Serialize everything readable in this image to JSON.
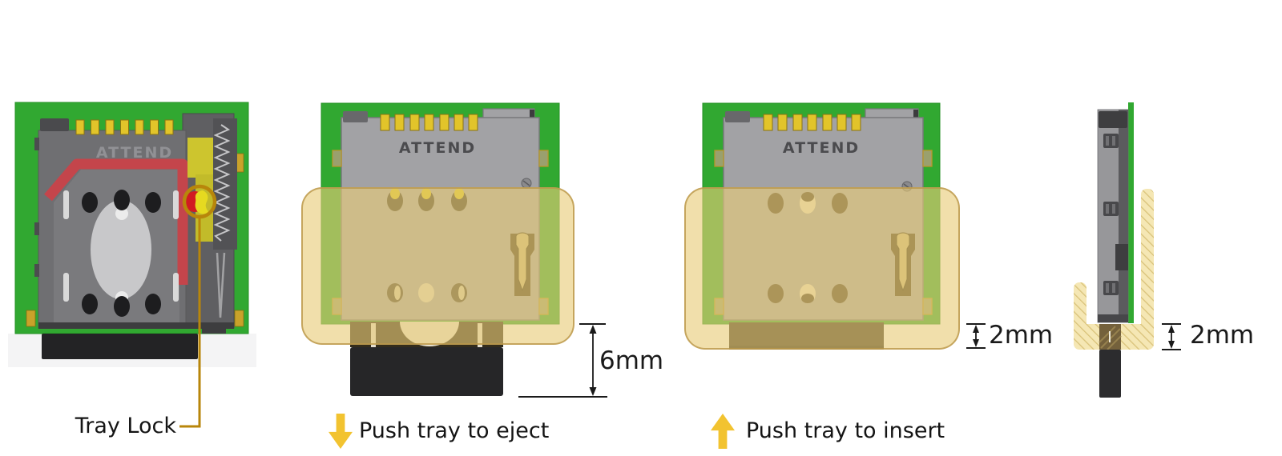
{
  "brand": "ATTEND",
  "colors": {
    "pcb_green": "#31A831",
    "cover_gray": "#A2A2A5",
    "housing_gray": "#6F6F72",
    "overlay_tan": "#E9CC78",
    "arrow_gold": "#F2C330",
    "callout_gold": "#B8860B",
    "gasket_red": "#C4454B",
    "lock_red": "#D11B22",
    "lock_yellow": "#E6DA20",
    "gold_pin": "#E2C42A",
    "tray_black": "#262628",
    "housing_hatch_tan": "#F5E7B4",
    "text_dark": "#1A1A1A"
  },
  "views": {
    "open": {
      "watermark": "ATTEND",
      "callout_label": "Tray Lock"
    },
    "eject": {
      "brand": "ATTEND",
      "dimension_label": "6mm",
      "caption": "Push tray to eject"
    },
    "insert": {
      "brand": "ATTEND",
      "dimension_label": "2mm",
      "caption": "Push tray to insert"
    },
    "side": {
      "dimension_label": "2mm"
    }
  }
}
